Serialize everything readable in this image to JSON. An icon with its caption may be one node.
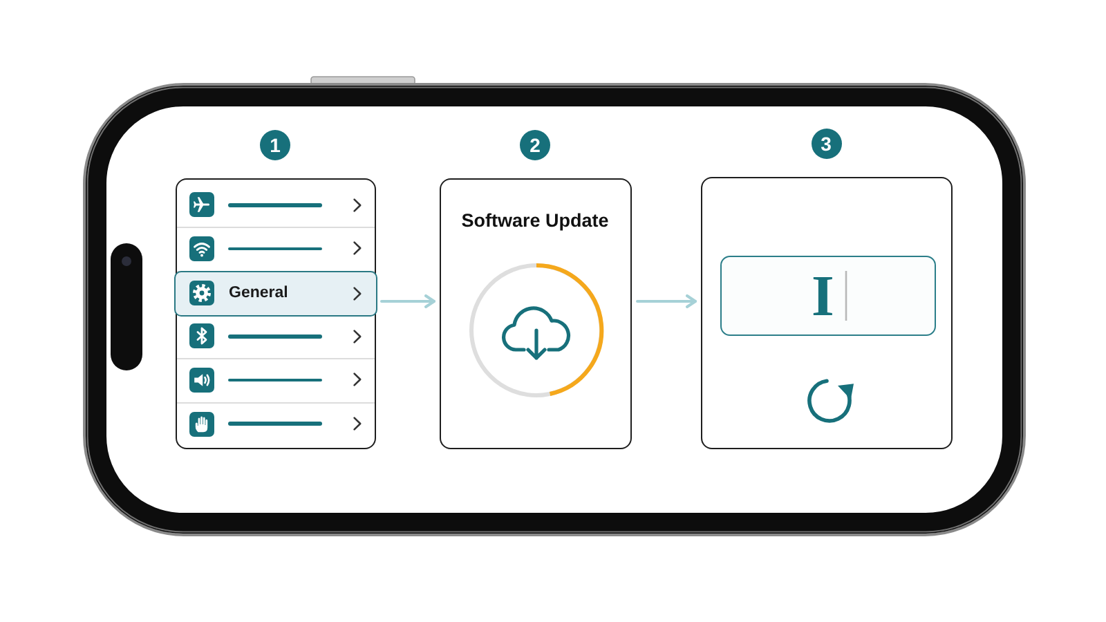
{
  "diagram": {
    "nodes": [
      {
        "text": [
          "1"
        ]
      },
      {
        "text": [],
        "shape": "box",
        "in": 0
      },
      {
        "text": [],
        "shape": "box",
        "in": 0
      },
      {
        "text": [
          "General"
        ],
        "in": 0
      },
      {
        "text": [],
        "shape": "box",
        "in": 0
      },
      {
        "text": [],
        "shape": "box",
        "in": 0
      },
      {
        "text": [],
        "shape": "box",
        "in": 0
      },
      {
        "text": [
          "2",
          "Software Update"
        ]
      },
      {
        "text": [
          "3"
        ]
      },
      {
        "text": [
          "I"
        ],
        "in": 8
      }
    ],
    "edges": [
      {
        "from": 0,
        "to": 7,
        "arrow": "to"
      },
      {
        "from": 7,
        "to": 8,
        "arrow": "to"
      }
    ]
  }
}
